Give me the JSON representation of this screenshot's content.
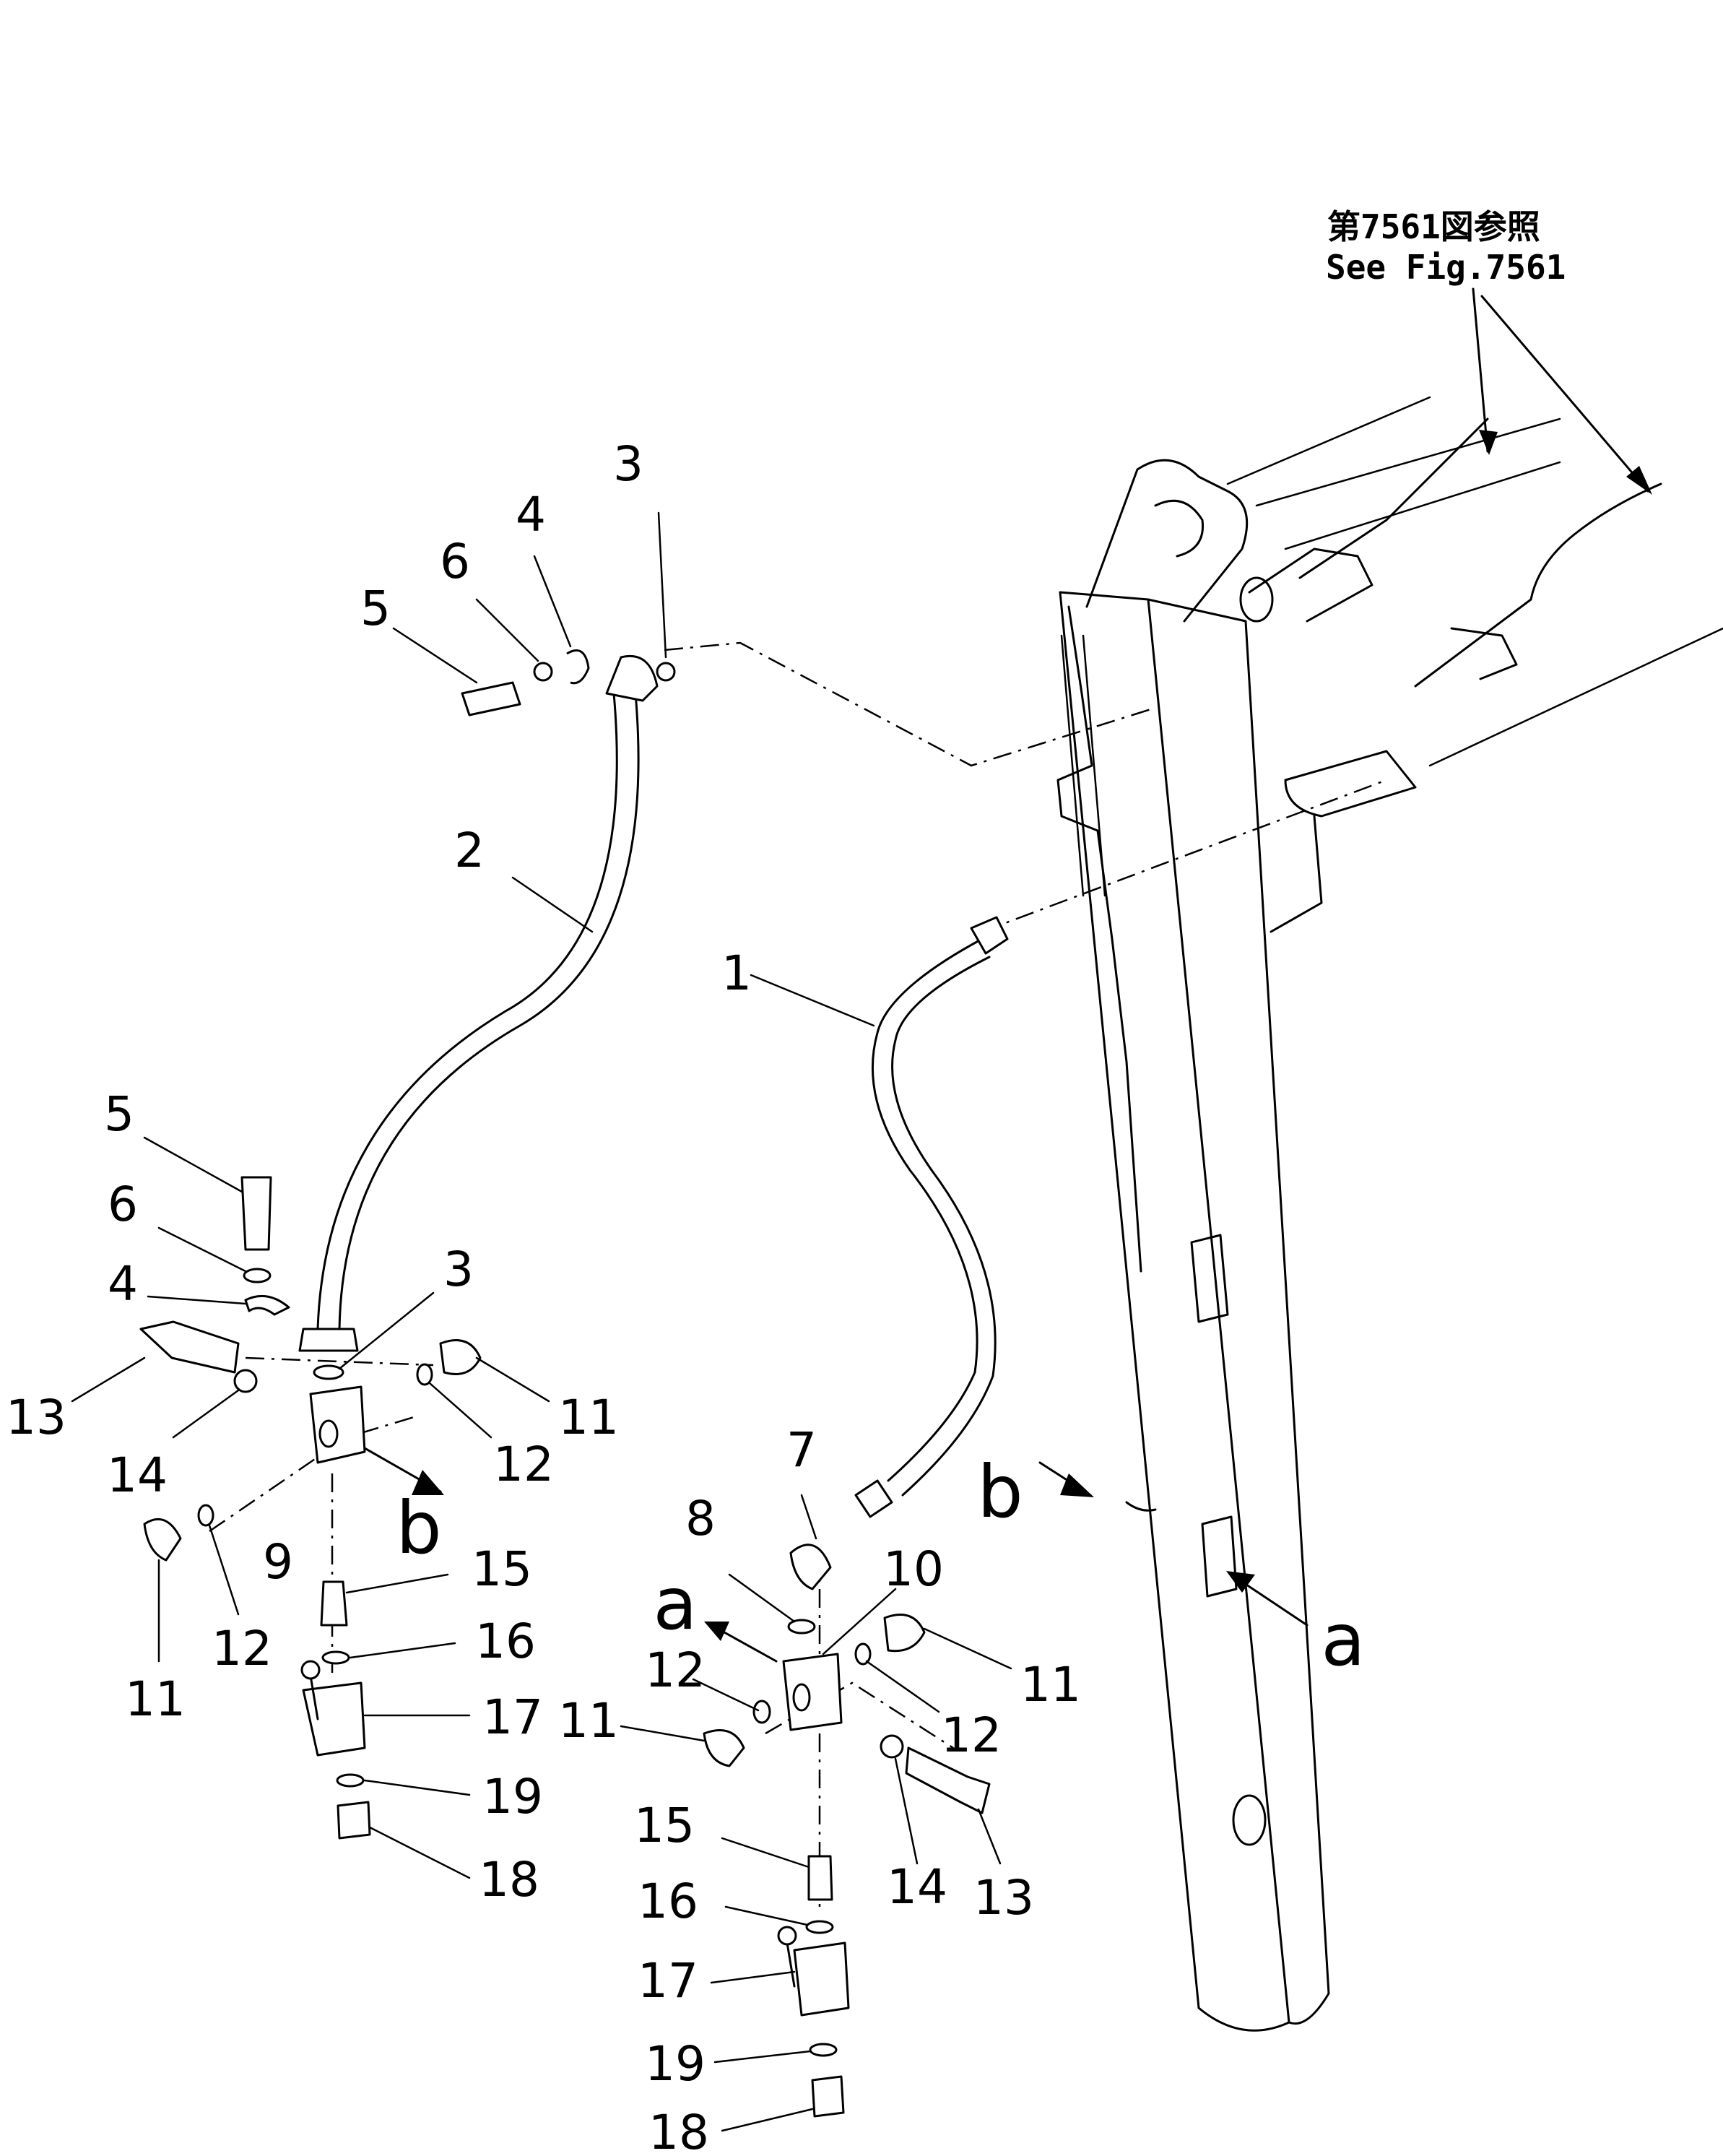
{
  "reference": {
    "line1": "第7561図参照",
    "line2": "See Fig.7561"
  },
  "callouts": [
    "1",
    "2",
    "3",
    "4",
    "5",
    "6",
    "7",
    "8",
    "9",
    "10",
    "11",
    "12",
    "13",
    "14",
    "15",
    "16",
    "17",
    "18",
    "19"
  ],
  "callout_labels": {
    "n1": "1",
    "n2": "2",
    "n3_top": "3",
    "n4_top": "4",
    "n5_top": "5",
    "n6_top": "6",
    "n5_left": "5",
    "n6_left": "6",
    "n4_left": "4",
    "n3_left": "3",
    "n13_left": "13",
    "n14_left": "14",
    "n9": "9",
    "n11_left_top": "11",
    "n12_left_top": "12",
    "n11_left_bot": "11",
    "n12_left_bot": "12",
    "n15_left": "15",
    "n16_left": "16",
    "n17_left": "17",
    "n19_left": "19",
    "n18_left": "18",
    "n7": "7",
    "n8": "8",
    "n10": "10",
    "n11_right_top": "11",
    "n12_right_top": "12",
    "n12_right_left": "12",
    "n11_right_left": "11",
    "n14_right": "14",
    "n13_right": "13",
    "n15_right": "15",
    "n16_right": "16",
    "n17_right": "17",
    "n19_right": "19",
    "n18_right": "18"
  },
  "view_markers": {
    "a_left": "a",
    "a_right": "a",
    "b_left": "b",
    "b_right": "b"
  }
}
